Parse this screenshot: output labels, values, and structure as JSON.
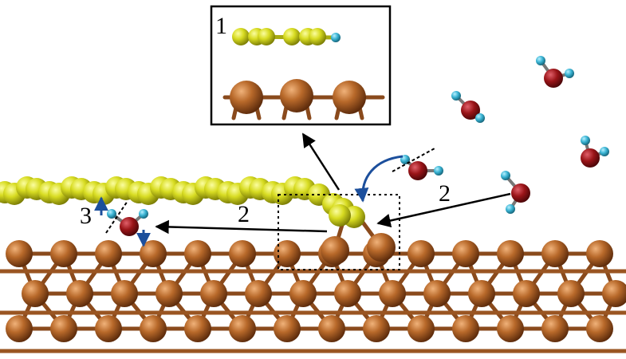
{
  "figure": {
    "labels": {
      "inset": "1",
      "path_water": "2",
      "path_edge": "2",
      "rotation": "3"
    },
    "colors": {
      "copper": "#b8692a",
      "copper_dark": "#6e3410",
      "sulfur": "#d8dc22",
      "sulfur_dark": "#8a8c08",
      "oxygen": "#9a1418",
      "hydrogen": "#3ab4d4",
      "arrow_black": "#000000",
      "arrow_blue": "#1c4f9c"
    },
    "icons": [
      "copper-atom",
      "sulfur-atom",
      "water-molecule",
      "arrow"
    ]
  }
}
